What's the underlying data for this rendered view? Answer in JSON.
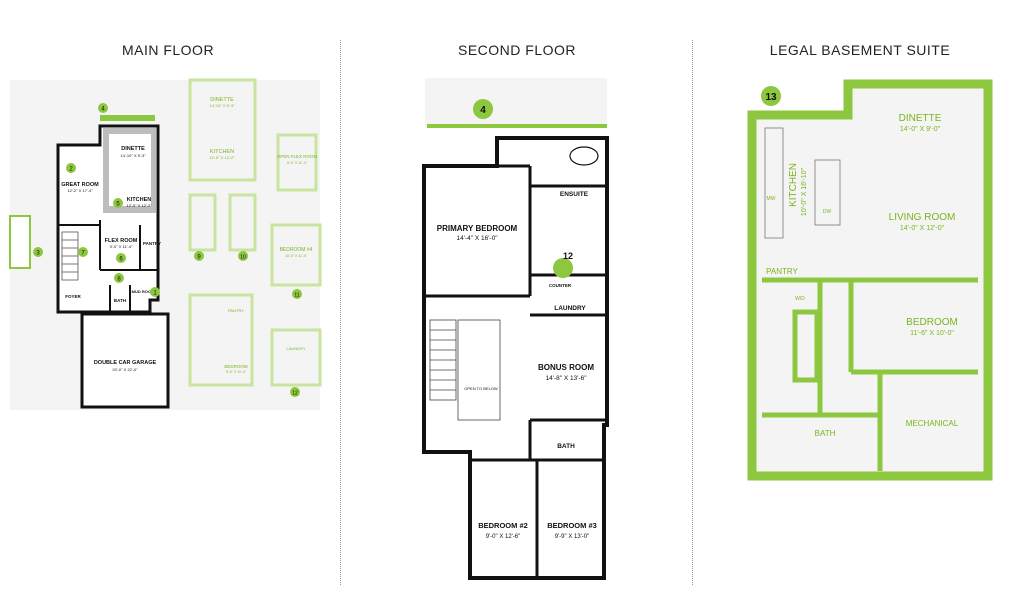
{
  "columns": {
    "main": "MAIN FLOOR",
    "second": "SECOND FLOOR",
    "basement": "LEGAL BASEMENT SUITE"
  },
  "main_floor": {
    "rooms": [
      {
        "name": "DINETTE",
        "dim": "14'-10\" X 9'-3\""
      },
      {
        "name": "GREAT ROOM",
        "dim": "12'-2\" X 17'-4\""
      },
      {
        "name": "KITCHEN",
        "dim": "12'-0\" X 12'-2\""
      },
      {
        "name": "FLEX ROOM",
        "dim": "9'-0\" X 11'-4\""
      },
      {
        "name": "PANTRY"
      },
      {
        "name": "FOYER"
      },
      {
        "name": "BATH"
      },
      {
        "name": "MUD ROOM"
      },
      {
        "name": "DOUBLE CAR GARAGE",
        "dim": "20'-0\" X 22'-0\""
      }
    ],
    "options": [
      {
        "name": "DINETTE",
        "dim": "14'-10\" X 9'-3\""
      },
      {
        "name": "KITCHEN",
        "dim": "12'-0\" X 12'-2\""
      },
      {
        "name": "OPEN FLEX ROOM",
        "dim": "9'-0\" X 11'-4\""
      },
      {
        "name": "BEDROOM #4",
        "dim": "10'-0\" X 11'-4\""
      },
      {
        "name": "BEDROOM",
        "dim": "9'-0\" X 11'-4\""
      },
      {
        "name": "LAUNDRY"
      },
      {
        "name": "PANTRY"
      }
    ],
    "badges": [
      "1",
      "2",
      "3",
      "4",
      "5",
      "6",
      "7",
      "8",
      "9",
      "10",
      "11",
      "12"
    ]
  },
  "second_floor": {
    "rooms": [
      {
        "name": "PRIMARY BEDROOM",
        "dim": "14'-4\" X 16'-0\""
      },
      {
        "name": "ENSUITE"
      },
      {
        "name": "COUNTER"
      },
      {
        "name": "LAUNDRY"
      },
      {
        "name": "BONUS ROOM",
        "dim": "14'-8\" X 13'-6\""
      },
      {
        "name": "OPEN TO BELOW"
      },
      {
        "name": "BATH"
      },
      {
        "name": "BEDROOM #2",
        "dim": "9'-0\" X 12'-6\""
      },
      {
        "name": "BEDROOM #3",
        "dim": "9'-9\" X 13'-0\""
      }
    ],
    "badges": [
      "4",
      "12"
    ]
  },
  "basement": {
    "rooms": [
      {
        "name": "DINETTE",
        "dim": "14'-0\" X 9'-0\""
      },
      {
        "name": "KITCHEN",
        "dim": "10'-0\" X 16'-10\""
      },
      {
        "name": "LIVING ROOM",
        "dim": "14'-0\" X 12'-0\""
      },
      {
        "name": "PANTRY"
      },
      {
        "name": "BEDROOM",
        "dim": "11'-6\" X 10'-0\""
      },
      {
        "name": "BATH"
      },
      {
        "name": "MECHANICAL"
      },
      {
        "name": "W/D"
      },
      {
        "name": "DW"
      },
      {
        "name": "MW"
      }
    ],
    "badges": [
      "13"
    ]
  },
  "colors": {
    "accent": "#8dc63f",
    "accent_light": "#c9e3a0",
    "wall": "#111111"
  }
}
